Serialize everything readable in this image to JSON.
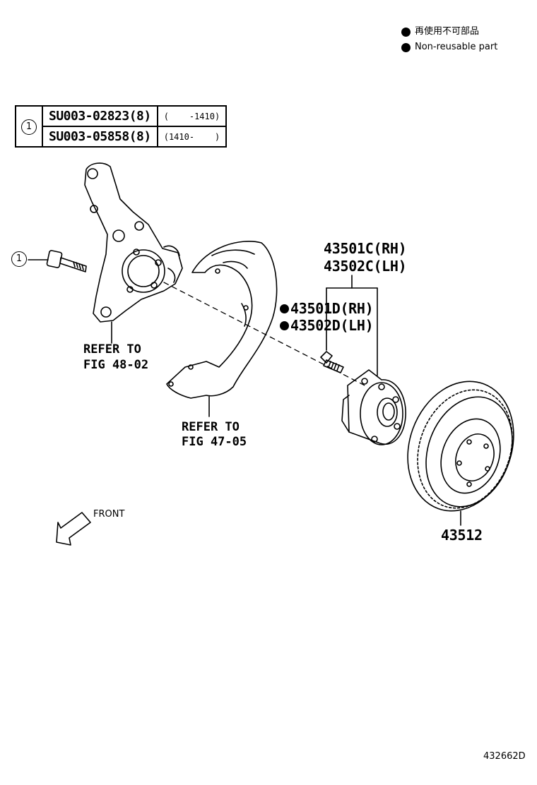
{
  "legend": {
    "items": [
      {
        "text": "再使用不可部品"
      },
      {
        "text": "Non-reusable part"
      }
    ]
  },
  "parts_table": {
    "ref": "1",
    "rows": [
      {
        "part_no": "SU003-02823(8)",
        "date_range": "(    -1410)"
      },
      {
        "part_no": "SU003-05858(8)",
        "date_range": "(1410-    )"
      }
    ]
  },
  "callouts": {
    "bolt_ref": "1",
    "knuckle_refer_line1": "REFER TO",
    "knuckle_refer_line2": "FIG 48-02",
    "dust_cover_refer_line1": "REFER TO",
    "dust_cover_refer_line2": "FIG 47-05",
    "hub_rh": "43501C(RH)",
    "hub_lh": "43502C(LH)",
    "bolt_rh": "43501D(RH)",
    "bolt_lh": "43502D(LH)",
    "rotor": "43512",
    "front": "FRONT",
    "figure_id": "432662D"
  }
}
